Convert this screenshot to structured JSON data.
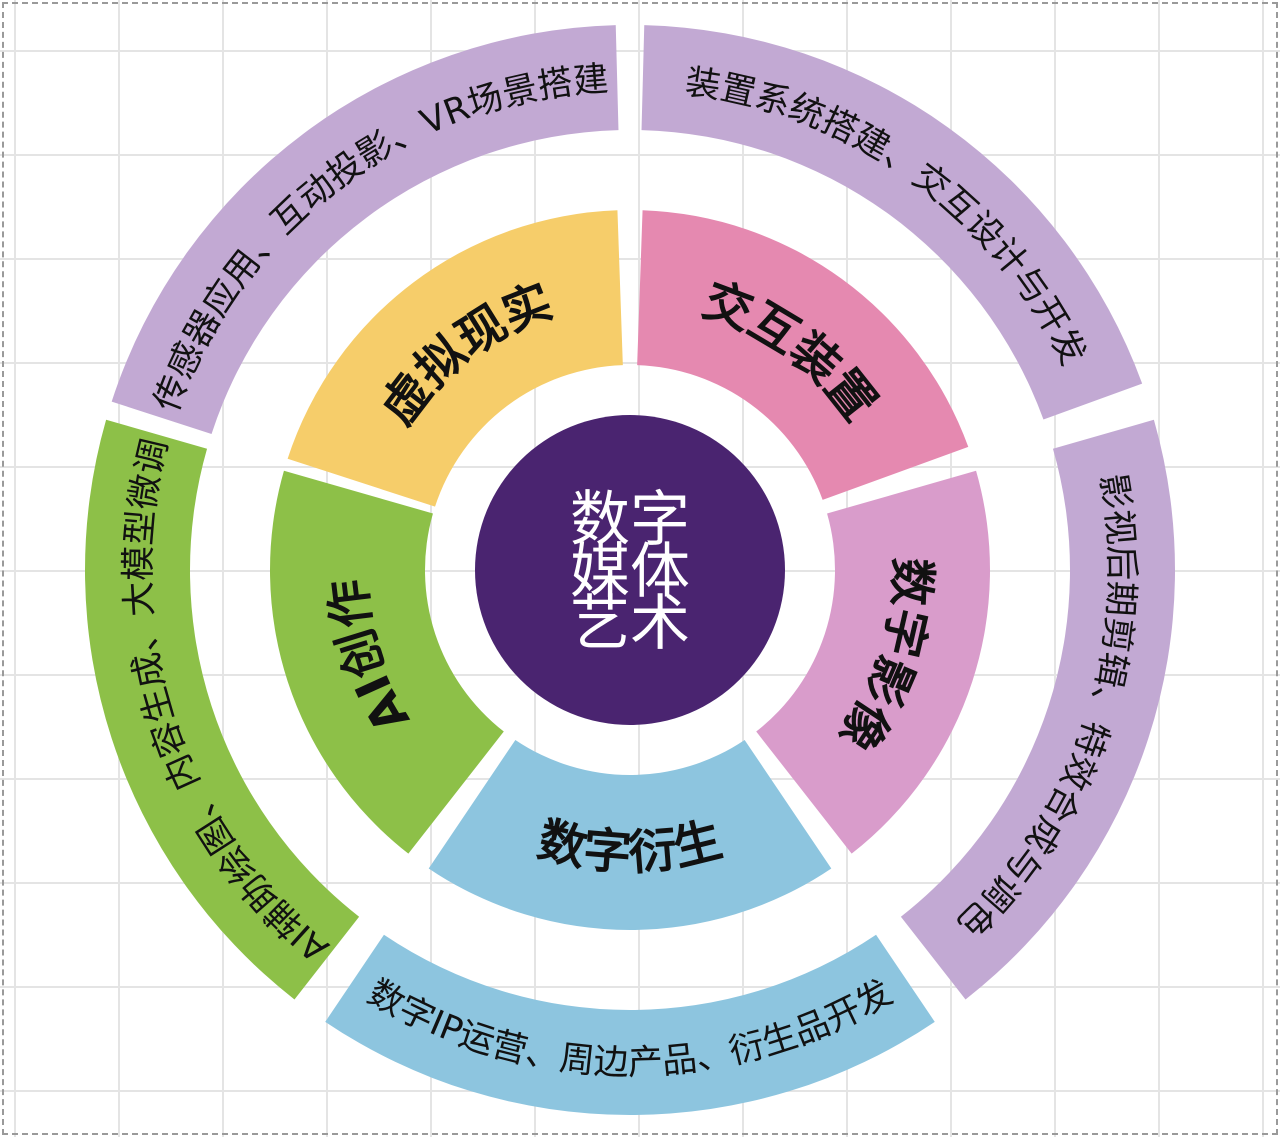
{
  "center": {
    "lines": [
      "数字",
      "媒体",
      "艺术"
    ],
    "color": "#4a2470"
  },
  "inner_ring": [
    {
      "label": "虚拟现实",
      "color": "#f6cd6a"
    },
    {
      "label": "交互装置",
      "color": "#e589b0"
    },
    {
      "label": "数字影像",
      "color": "#d99ccb"
    },
    {
      "label": "数字衍生",
      "color": "#8dc5df"
    },
    {
      "label": "AI创作",
      "color": "#8dc048"
    }
  ],
  "outer_ring": [
    {
      "label": "传感器应用、互动投影、VR场景搭建",
      "color": "#c2a9d3"
    },
    {
      "label": "装置系统搭建、交互设计与开发",
      "color": "#c2a9d3"
    },
    {
      "label": "影视后期剪辑、特效合成与调色",
      "color": "#c2a9d3"
    },
    {
      "label": "数字IP运营、周边产品、衍生品开发",
      "color": "#8dc5df"
    },
    {
      "label": "AI辅助绘图、内容生成、大模型微调",
      "color": "#8dc048"
    }
  ]
}
